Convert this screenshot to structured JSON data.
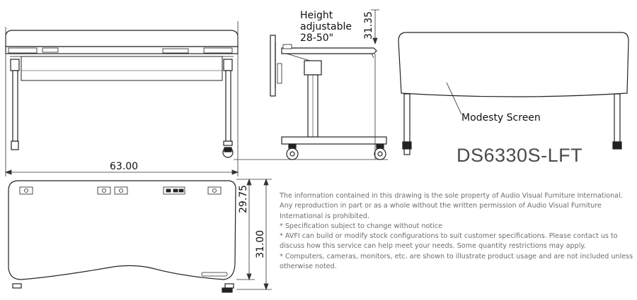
{
  "dimensions": {
    "width": "63.00",
    "side_height": "31.35",
    "depth_top": "29.75",
    "depth_total": "31.00"
  },
  "callouts": {
    "height_line1": "Height",
    "height_line2": "adjustable",
    "height_line3": "28-50\"",
    "modesty_screen": "Modesty Screen"
  },
  "model_number": "DS6330S-LFT",
  "notes": [
    "The information contained in this drawing is the sole property of Audio Visual Furniture International. Any reproduction in part or as a whole without the written permission of Audio Visual Furniture International is prohibited.",
    "* Specification subject to change without notice",
    "* AVFI can build or modify stock configurations to suit customer specifications. Please contact us to discuss how this service can help meet your needs. Some quantity restrictions may apply.",
    "* Computers, cameras, monitors, etc. are shown to illustrate product usage and are not included unless otherwise noted."
  ]
}
